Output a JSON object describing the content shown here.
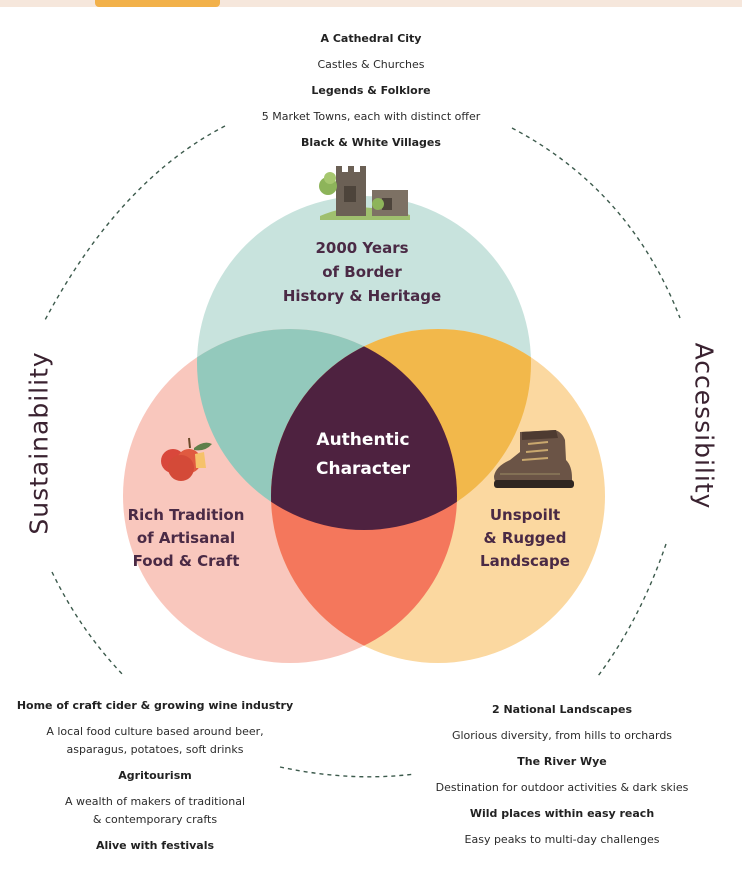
{
  "top": {
    "items": [
      {
        "text": "A Cathedral City",
        "bold": true
      },
      {
        "text": "Castles & Churches",
        "bold": false
      },
      {
        "text": "Legends & Folklore",
        "bold": true
      },
      {
        "text": "5 Market Towns, each with distinct offer",
        "bold": false
      },
      {
        "text": "Black & White Villages",
        "bold": true
      }
    ]
  },
  "ring": {
    "left_word": "Sustainability",
    "right_word": "Accessibility"
  },
  "circles": {
    "heritage": {
      "lines": [
        "2000 Years",
        "of Border",
        "History & Heritage"
      ],
      "color": "#c8e3dd"
    },
    "food": {
      "lines": [
        "Rich Tradition",
        "of Artisanal",
        "Food & Craft"
      ],
      "color": "#f9c7bd"
    },
    "landscape": {
      "lines": [
        "Unspoilt",
        "& Rugged",
        "Landscape"
      ],
      "color": "#fbd8a0"
    },
    "center": {
      "lines": [
        "Authentic",
        "Character"
      ],
      "color": "#4e2240"
    },
    "overlap_colors": {
      "heritage_food": "#93c9bc",
      "heritage_landscape": "#f2b84b",
      "food_landscape": "#f4775c"
    }
  },
  "icons": {
    "heritage": "castle-ruin-icon",
    "food": "apple-icon",
    "landscape": "hiking-boot-icon"
  },
  "bottom_left": {
    "items": [
      {
        "text": "Home of craft cider & growing wine industry",
        "bold": true
      },
      {
        "text": "A local food culture based around beer,",
        "bold": false
      },
      {
        "text": "asparagus, potatoes, soft drinks",
        "bold": false
      },
      {
        "text": "Agritourism",
        "bold": true
      },
      {
        "text": "A wealth of makers of traditional",
        "bold": false
      },
      {
        "text": "& contemporary crafts",
        "bold": false
      },
      {
        "text": "Alive with festivals",
        "bold": true
      }
    ]
  },
  "bottom_right": {
    "items": [
      {
        "text": "2 National Landscapes",
        "bold": true
      },
      {
        "text": "Glorious diversity, from hills to orchards",
        "bold": false
      },
      {
        "text": "The River Wye",
        "bold": true
      },
      {
        "text": "Destination for outdoor activities & dark skies",
        "bold": false
      },
      {
        "text": "Wild places within easy reach",
        "bold": true
      },
      {
        "text": "Easy peaks to multi-day challenges",
        "bold": false
      }
    ]
  }
}
